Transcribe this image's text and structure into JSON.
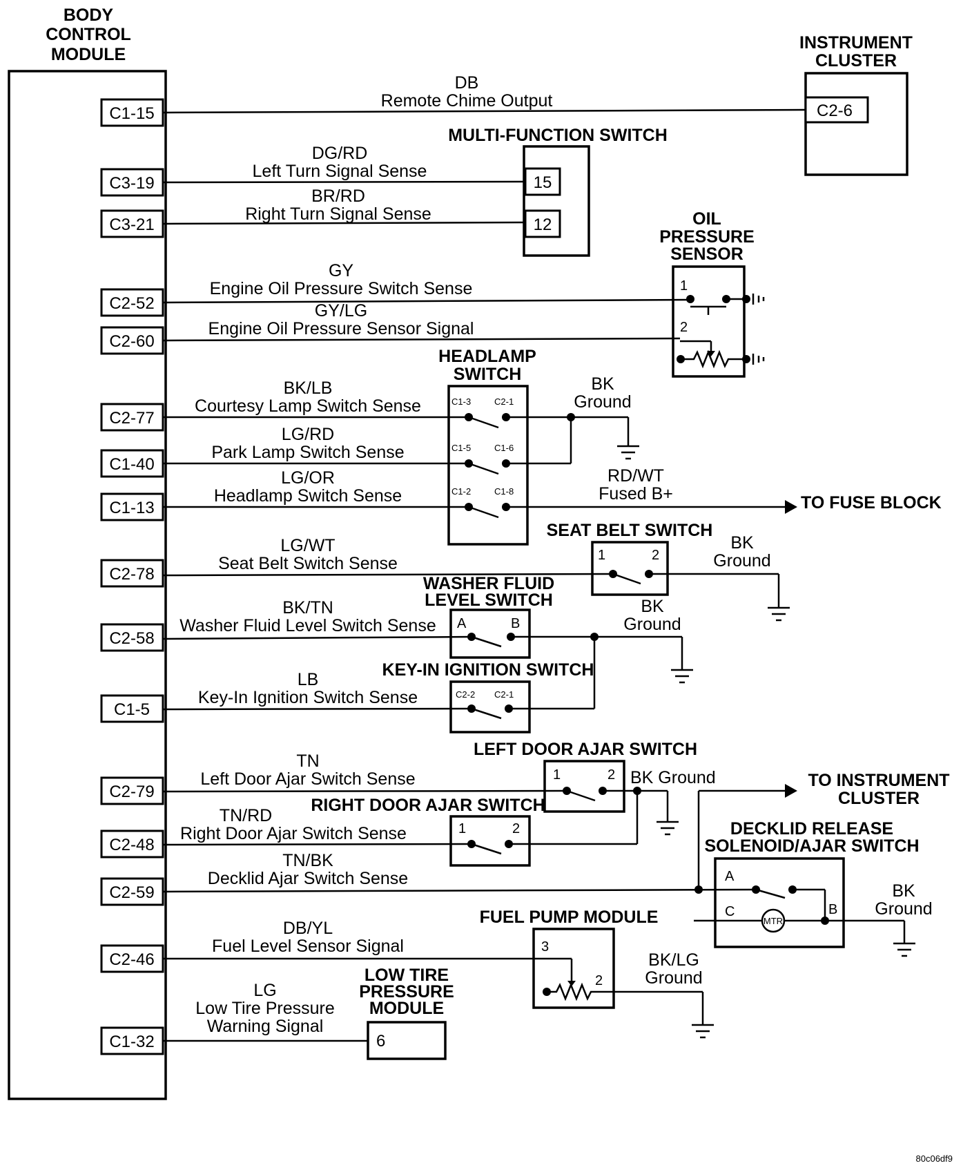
{
  "bcm": {
    "title": [
      "BODY",
      "CONTROL",
      "MODULE"
    ],
    "pins": {
      "c1_15": "C1-15",
      "c3_19": "C3-19",
      "c3_21": "C3-21",
      "c2_52": "C2-52",
      "c2_60": "C2-60",
      "c2_77": "C2-77",
      "c1_40": "C1-40",
      "c1_13": "C1-13",
      "c2_78": "C2-78",
      "c2_58": "C2-58",
      "c1_5": "C1-5",
      "c2_79": "C2-79",
      "c2_48": "C2-48",
      "c2_59": "C2-59",
      "c2_46": "C2-46",
      "c1_32": "C1-32"
    }
  },
  "circuits": {
    "remote_chime": {
      "color": "DB",
      "name": "Remote Chime Output"
    },
    "left_turn": {
      "color": "DG/RD",
      "name": "Left Turn Signal Sense"
    },
    "right_turn": {
      "color": "BR/RD",
      "name": "Right Turn Signal Sense"
    },
    "oil_switch": {
      "color": "GY",
      "name": "Engine Oil Pressure Switch Sense"
    },
    "oil_sensor": {
      "color": "GY/LG",
      "name": "Engine Oil Pressure Sensor Signal"
    },
    "courtesy": {
      "color": "BK/LB",
      "name": "Courtesy Lamp Switch Sense"
    },
    "park": {
      "color": "LG/RD",
      "name": "Park Lamp Switch Sense"
    },
    "headlamp": {
      "color": "LG/OR",
      "name": "Headlamp Switch Sense"
    },
    "seat_belt": {
      "color": "LG/WT",
      "name": "Seat Belt Switch Sense"
    },
    "washer": {
      "color": "BK/TN",
      "name": "Washer Fluid Level Switch Sense"
    },
    "key_in": {
      "color": "LB",
      "name": "Key-In Ignition Switch Sense"
    },
    "left_door": {
      "color": "TN",
      "name": "Left Door Ajar Switch Sense"
    },
    "right_door": {
      "color": "TN/RD",
      "name": "Right Door Ajar Switch Sense"
    },
    "decklid": {
      "color": "TN/BK",
      "name": "Decklid Ajar Switch Sense"
    },
    "fuel_level": {
      "color": "DB/YL",
      "name": "Fuel Level Sensor Signal"
    },
    "low_tire": {
      "color": "LG",
      "name_lines": [
        "Low Tire Pressure",
        "Warning Signal"
      ]
    },
    "fused_b": {
      "color": "RD/WT",
      "name": "Fused B+"
    }
  },
  "components": {
    "instrument_cluster": {
      "title": [
        "INSTRUMENT",
        "CLUSTER"
      ],
      "pin": "C2-6"
    },
    "multi_function": {
      "title": "MULTI-FUNCTION SWITCH",
      "pins": [
        "15",
        "12"
      ]
    },
    "oil_pressure": {
      "title": [
        "OIL",
        "PRESSURE",
        "SENSOR"
      ],
      "pins": [
        "1",
        "2"
      ]
    },
    "headlamp_switch": {
      "title": [
        "HEADLAMP",
        "SWITCH"
      ],
      "pins": [
        "C1-3",
        "C2-1",
        "C1-5",
        "C1-6",
        "C1-2",
        "C1-8"
      ]
    },
    "seat_belt_switch": {
      "title": "SEAT BELT SWITCH",
      "pins": [
        "1",
        "2"
      ]
    },
    "washer_switch": {
      "title": [
        "WASHER FLUID",
        "LEVEL SWITCH"
      ],
      "pins": [
        "A",
        "B"
      ]
    },
    "key_in_switch": {
      "title": "KEY-IN IGNITION SWITCH",
      "pins": [
        "C2-2",
        "C2-1"
      ]
    },
    "left_door_switch": {
      "title": "LEFT DOOR AJAR SWITCH",
      "pins": [
        "1",
        "2"
      ]
    },
    "right_door_switch": {
      "title": "RIGHT DOOR AJAR SWITCH",
      "pins": [
        "1",
        "2"
      ]
    },
    "decklid": {
      "title": [
        "DECKLID RELEASE",
        "SOLENOID/AJAR SWITCH"
      ],
      "pins": [
        "A",
        "C",
        "B"
      ],
      "motor": "MTR"
    },
    "fuel_pump": {
      "title": "FUEL PUMP MODULE",
      "pins": [
        "3",
        "2"
      ]
    },
    "low_tire_module": {
      "title": [
        "LOW TIRE",
        "PRESSURE",
        "MODULE"
      ],
      "pin": "6"
    }
  },
  "grounds": {
    "headlamp": {
      "color": "BK",
      "label": "Ground"
    },
    "seat_belt": {
      "color": "BK",
      "label": "Ground"
    },
    "washer": {
      "color": "BK",
      "label": "Ground"
    },
    "door": {
      "label": "BK Ground"
    },
    "decklid": {
      "color": "BK",
      "label": "Ground"
    },
    "fuel_pump": {
      "color": "BK/LG",
      "label": "Ground"
    }
  },
  "destinations": {
    "fuse_block": "TO FUSE BLOCK",
    "instrument_cluster": [
      "TO INSTRUMENT",
      "CLUSTER"
    ]
  },
  "figure_code": "80c06df9"
}
